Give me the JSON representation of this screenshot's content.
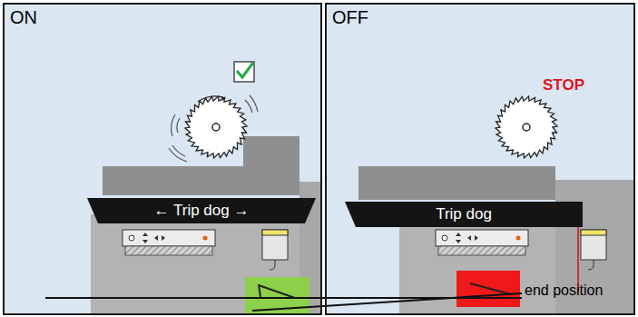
{
  "diagram": {
    "nodes": [
      {
        "text": [
          "ON"
        ]
      },
      {
        "text": [
          "← Trip dog →"
        ],
        "in": 0
      },
      {
        "text": [
          "OFF"
        ]
      },
      {
        "text": [
          "Trip dog"
        ],
        "in": 2
      }
    ],
    "labels": [
      "STOP",
      "end position"
    ]
  }
}
